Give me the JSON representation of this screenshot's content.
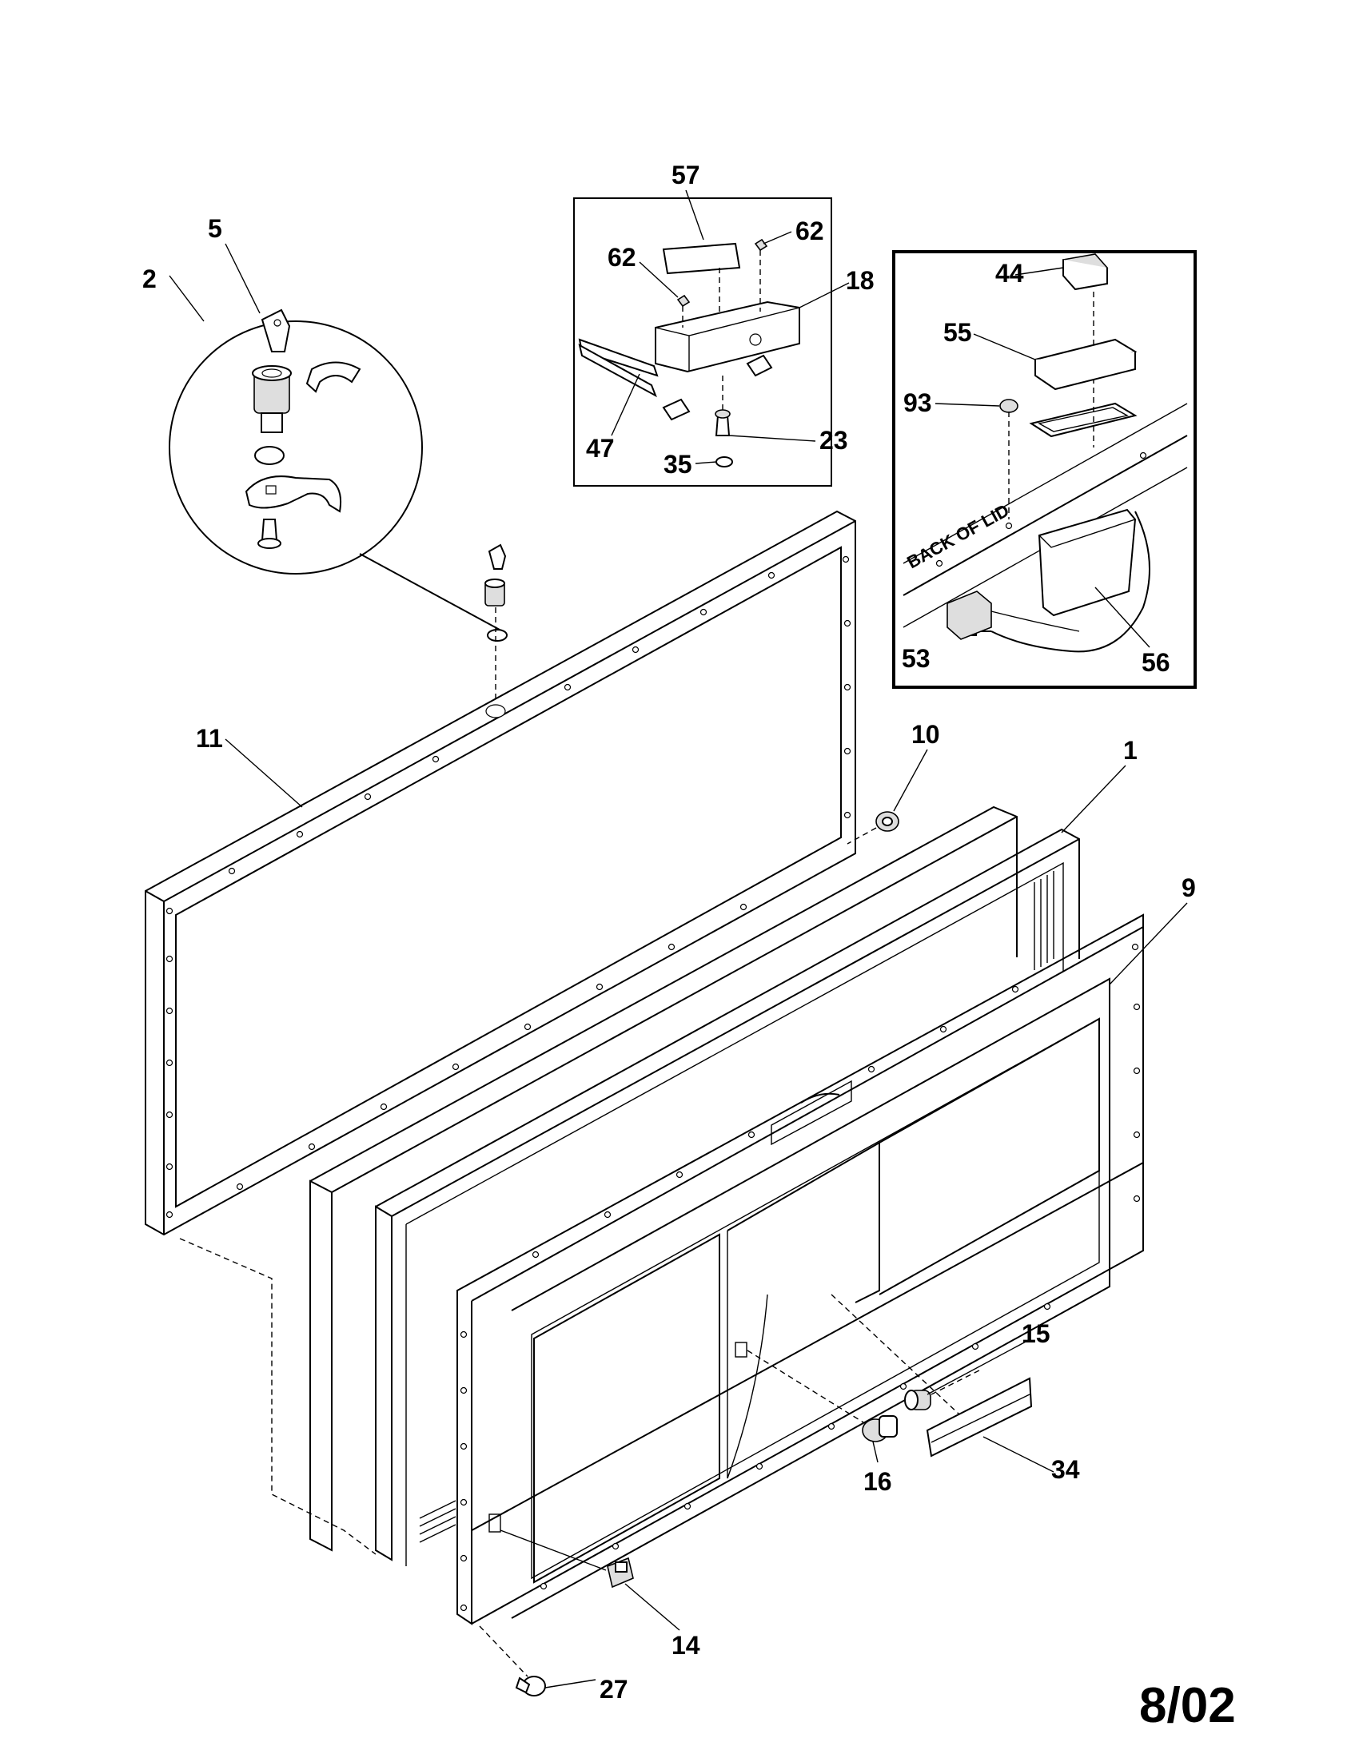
{
  "callouts": [
    {
      "id": "1",
      "text": "1"
    },
    {
      "id": "2",
      "text": "2"
    },
    {
      "id": "5",
      "text": "5"
    },
    {
      "id": "9",
      "text": "9"
    },
    {
      "id": "10",
      "text": "10"
    },
    {
      "id": "11",
      "text": "11"
    },
    {
      "id": "14",
      "text": "14"
    },
    {
      "id": "15",
      "text": "15"
    },
    {
      "id": "16",
      "text": "16"
    },
    {
      "id": "18",
      "text": "18"
    },
    {
      "id": "23",
      "text": "23"
    },
    {
      "id": "27",
      "text": "27"
    },
    {
      "id": "34",
      "text": "34"
    },
    {
      "id": "35",
      "text": "35"
    },
    {
      "id": "44",
      "text": "44"
    },
    {
      "id": "47",
      "text": "47"
    },
    {
      "id": "53",
      "text": "53"
    },
    {
      "id": "55",
      "text": "55"
    },
    {
      "id": "56",
      "text": "56"
    },
    {
      "id": "57",
      "text": "57"
    },
    {
      "id": "62a",
      "text": "62"
    },
    {
      "id": "62b",
      "text": "62"
    },
    {
      "id": "93",
      "text": "93"
    }
  ],
  "inset_text": "BACK OF LID",
  "revision_date": "8/02"
}
